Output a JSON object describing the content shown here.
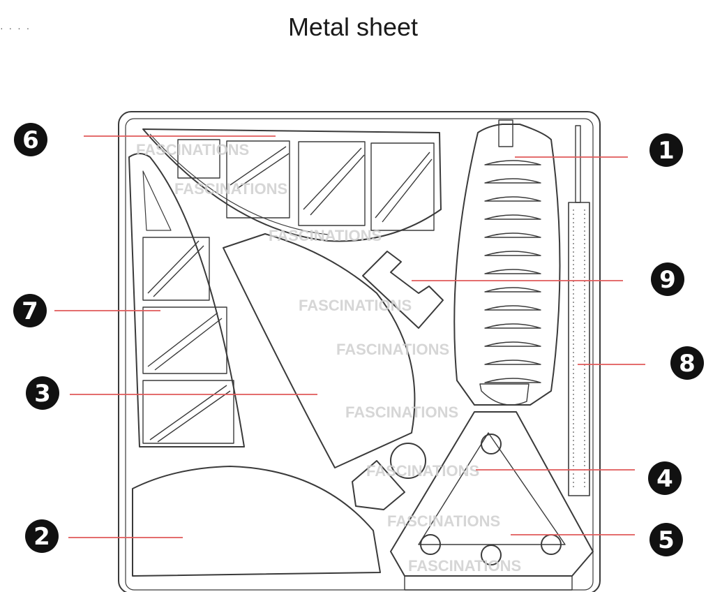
{
  "header": {
    "title": "Metal sheet",
    "dots": "· · · ·"
  },
  "watermark": {
    "text": "FASCINATIONS"
  },
  "callouts": [
    {
      "id": "1",
      "label": "1"
    },
    {
      "id": "2",
      "label": "2"
    },
    {
      "id": "3",
      "label": "3"
    },
    {
      "id": "4",
      "label": "4"
    },
    {
      "id": "5",
      "label": "5"
    },
    {
      "id": "6",
      "label": "6"
    },
    {
      "id": "7",
      "label": "7"
    },
    {
      "id": "8",
      "label": "8"
    },
    {
      "id": "9",
      "label": "9"
    }
  ],
  "colors": {
    "leader_line": "#e05a5a",
    "outline": "#3a3a3a",
    "badge": "#111111"
  }
}
